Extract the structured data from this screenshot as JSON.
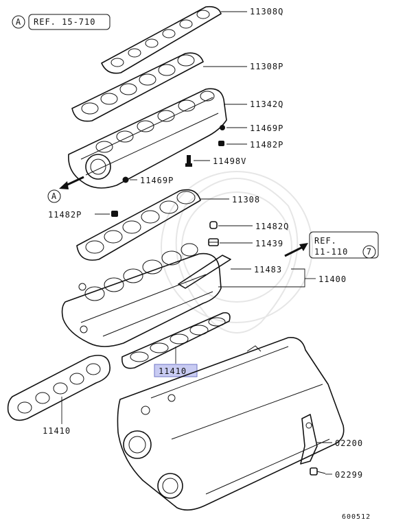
{
  "diagram": {
    "ref_top": {
      "circle": "A",
      "text": "REF. 15-710"
    },
    "ref_right": {
      "line1": "REF.",
      "line2": "11-110",
      "circle": "7"
    },
    "arrow_marker": {
      "circle": "A"
    },
    "highlight_color": "#c8cbf2",
    "parts": [
      {
        "id": "p_11308q",
        "number": "11308Q"
      },
      {
        "id": "p_11308p",
        "number": "11308P"
      },
      {
        "id": "p_11342q",
        "number": "11342Q"
      },
      {
        "id": "p_11469p_a",
        "number": "11469P"
      },
      {
        "id": "p_11482p_a",
        "number": "11482P"
      },
      {
        "id": "p_11498v",
        "number": "11498V"
      },
      {
        "id": "p_11469p_b",
        "number": "11469P"
      },
      {
        "id": "p_11308",
        "number": "11308"
      },
      {
        "id": "p_11482p_b",
        "number": "11482P"
      },
      {
        "id": "p_11482q",
        "number": "11482Q"
      },
      {
        "id": "p_11439",
        "number": "11439"
      },
      {
        "id": "p_11483",
        "number": "11483"
      },
      {
        "id": "p_11400",
        "number": "11400"
      },
      {
        "id": "p_11410_a",
        "number": "11410"
      },
      {
        "id": "p_11410_b",
        "number": "11410"
      },
      {
        "id": "p_02200",
        "number": "02200"
      },
      {
        "id": "p_02299",
        "number": "02299"
      }
    ],
    "figure_code": "600512"
  }
}
